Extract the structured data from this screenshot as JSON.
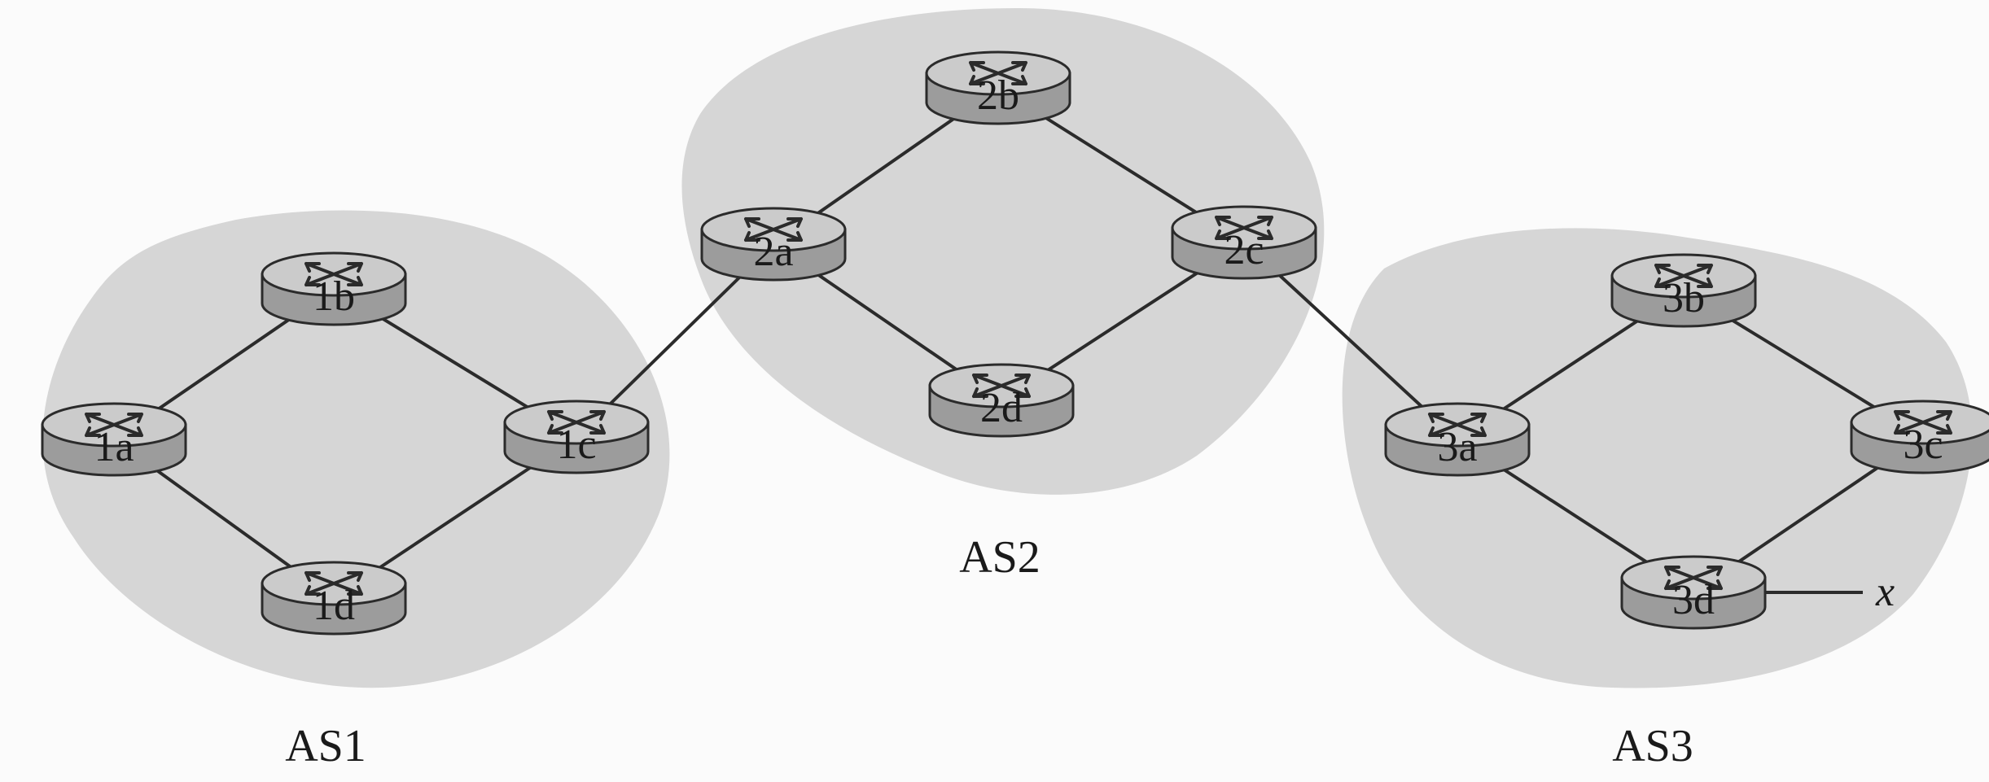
{
  "autonomous_systems": [
    {
      "id": "AS1",
      "label": "AS1"
    },
    {
      "id": "AS2",
      "label": "AS2"
    },
    {
      "id": "AS3",
      "label": "AS3"
    }
  ],
  "routers": [
    {
      "id": "1a",
      "label": "1a"
    },
    {
      "id": "1b",
      "label": "1b"
    },
    {
      "id": "1c",
      "label": "1c"
    },
    {
      "id": "1d",
      "label": "1d"
    },
    {
      "id": "2a",
      "label": "2a"
    },
    {
      "id": "2b",
      "label": "2b"
    },
    {
      "id": "2c",
      "label": "2c"
    },
    {
      "id": "2d",
      "label": "2d"
    },
    {
      "id": "3a",
      "label": "3a"
    },
    {
      "id": "3b",
      "label": "3b"
    },
    {
      "id": "3c",
      "label": "3c"
    },
    {
      "id": "3d",
      "label": "3d"
    }
  ],
  "links": [
    [
      "1a",
      "1b"
    ],
    [
      "1b",
      "1c"
    ],
    [
      "1c",
      "1d"
    ],
    [
      "1d",
      "1a"
    ],
    [
      "2a",
      "2b"
    ],
    [
      "2b",
      "2c"
    ],
    [
      "2c",
      "2d"
    ],
    [
      "2d",
      "2a"
    ],
    [
      "3a",
      "3b"
    ],
    [
      "3b",
      "3c"
    ],
    [
      "3c",
      "3d"
    ],
    [
      "3d",
      "3a"
    ],
    [
      "1c",
      "2a"
    ],
    [
      "2c",
      "3a"
    ]
  ],
  "external_destination": {
    "attached_to": "3d",
    "label": "x"
  }
}
